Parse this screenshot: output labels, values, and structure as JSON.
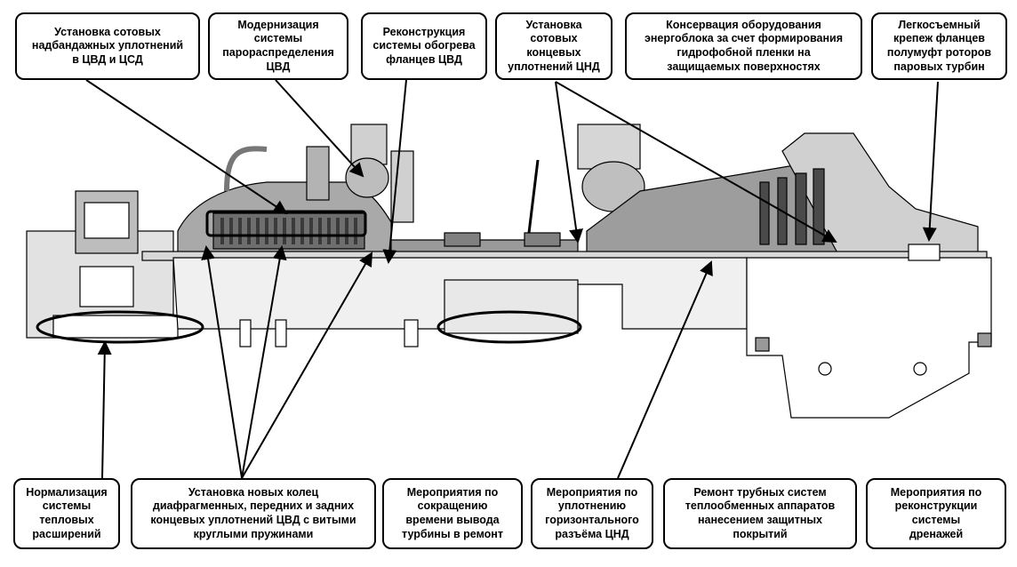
{
  "colors": {
    "line": "#000000",
    "body_dark": "#4a4a4a",
    "body_mid": "#8a8a8a",
    "body_light": "#c8c8c8",
    "shaft": "#d8d8d8"
  },
  "top_callouts": [
    "Установка сотовых\nнадбандажных уплотнений\nв ЦВД и ЦСД",
    "Модернизация\nсистемы\nпарораспределения\nЦВД",
    "Реконструкция\nсистемы обогрева\nфланцев ЦВД",
    "Установка\nсотовых\nконцевых\nуплотнений ЦНД",
    "Консервация оборудования\nэнергоблока за счет формирования\nгидрофобной пленки на\nзащищаемых поверхностях",
    "Легкосъемный\nкрепеж фланцев\nполумуфт роторов\nпаровых турбин"
  ],
  "bottom_callouts": [
    "Нормализация\nсистемы\nтепловых\nрасширений",
    "Установка новых колец\nдиафрагменных, передних и задних\nконцевых уплотнений ЦВД с витыми\nкруглыми пружинами",
    "Мероприятия по\nсокращению\nвремени вывода\nтурбины в ремонт",
    "Мероприятия по\nуплотнению\nгоризонтального\nразъёма ЦНД",
    "Ремонт трубных систем\nтеплообменных аппаратов\nнанесением защитных\nпокрытий",
    "Мероприятия по\nреконструкции\nсистемы\nдренажей"
  ]
}
